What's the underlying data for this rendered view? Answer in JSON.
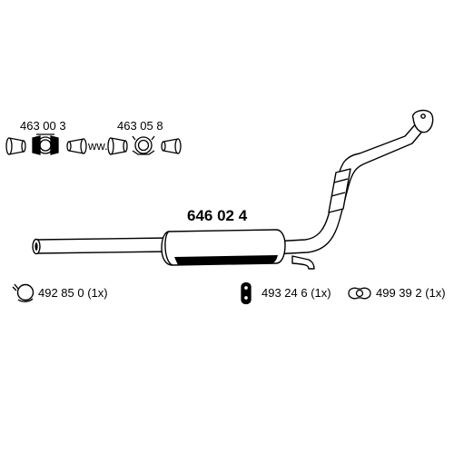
{
  "main_part_number": "646 02 4",
  "connector_parts": [
    {
      "number": "463 00 3"
    },
    {
      "number": "463 05 8"
    }
  ],
  "connector_separator": "ww.",
  "fitting_parts": [
    {
      "number": "492 85 0 (1x)",
      "icon": "clamp-ring-icon"
    },
    {
      "number": "493 24 6 (1x)",
      "icon": "rubber-hanger-icon"
    },
    {
      "number": "499 39 2 (1x)",
      "icon": "flange-gasket-icon"
    }
  ],
  "colors": {
    "line": "#000000",
    "fill": "#ffffff",
    "shade": "#000000"
  }
}
